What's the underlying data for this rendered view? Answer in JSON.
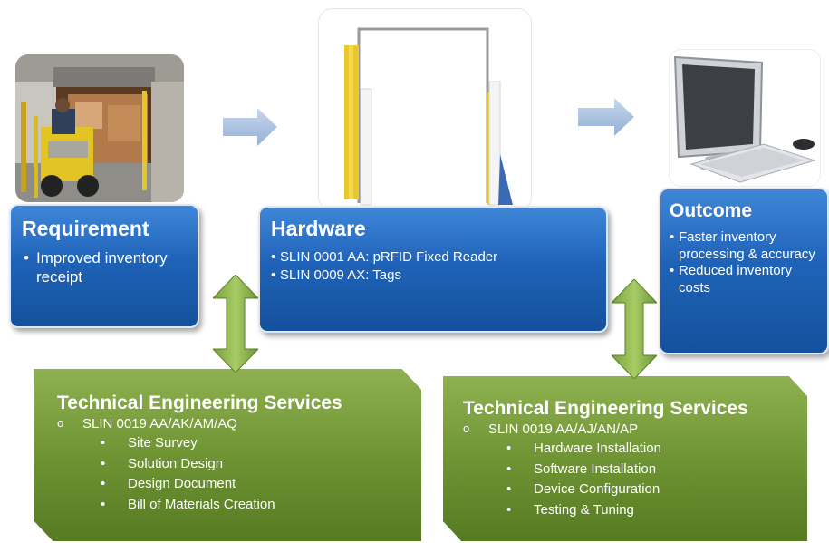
{
  "requirement": {
    "title": "Requirement",
    "bullets": [
      "Improved inventory  receipt"
    ]
  },
  "hardware": {
    "title": "Hardware",
    "bullets": [
      "SLIN 0001 AA: pRFID Fixed Reader",
      "SLIN 0009 AX: Tags"
    ]
  },
  "outcome": {
    "title": "Outcome",
    "bullets": [
      "Faster inventory processing & accuracy",
      "Reduced inventory costs"
    ]
  },
  "services_left": {
    "title": "Technical Engineering Services",
    "slin": "SLIN 0019 AA/AK/AM/AQ",
    "items": [
      "Site Survey",
      "Solution Design",
      "Design Document",
      "Bill of Materials Creation"
    ]
  },
  "services_right": {
    "title": "Technical Engineering Services",
    "slin": "SLIN 0019 AA/AJ/AN/AP",
    "items": [
      "Hardware Installation",
      "Software Installation",
      "Device Configuration",
      "Testing & Tuning"
    ]
  },
  "colors": {
    "blue_box": "#1f63b8",
    "green_box": "#6f9434",
    "arrow_blue": "#a9c3e2",
    "arrow_green": "#8ab44a"
  },
  "icons": [
    "forklift-photo",
    "rfid-portal-photo",
    "desktop-computer-photo",
    "right-arrow-icon",
    "double-arrow-icon"
  ]
}
